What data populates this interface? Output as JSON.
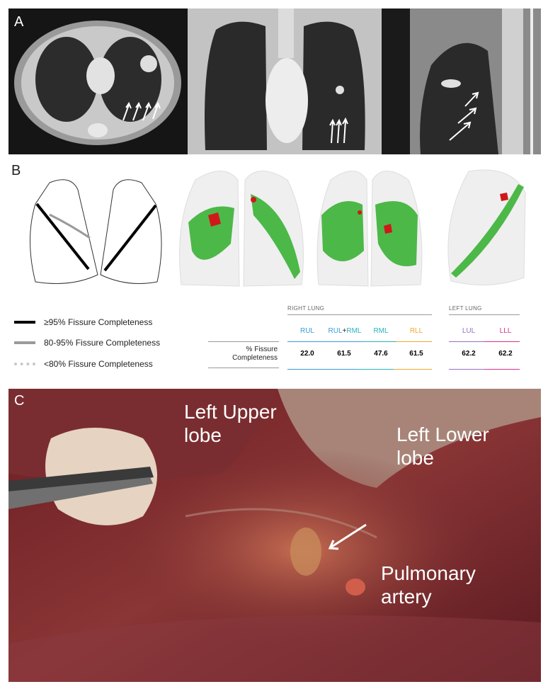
{
  "panels": {
    "a": {
      "letter": "A"
    },
    "b": {
      "letter": "B",
      "legend": [
        {
          "label": "≥95% Fissure Completeness",
          "style": "solid-black"
        },
        {
          "label": "80-95% Fissure Completeness",
          "style": "solid-grey"
        },
        {
          "label": "<80% Fissure Completeness",
          "style": "dotted-light"
        }
      ],
      "table": {
        "right_lung_label": "RIGHT LUNG",
        "left_lung_label": "LEFT LUNG",
        "row_label_line1": "% Fissure",
        "row_label_line2": "Completeness",
        "columns": [
          {
            "header": "RUL",
            "value": "22.0",
            "color": "#3a9ad9"
          },
          {
            "header_a": "RUL",
            "plus": "+",
            "header_b": "RML",
            "value": "61.5",
            "color": "#3a9ad9"
          },
          {
            "header": "RML",
            "value": "47.6",
            "color": "#2bb3b8"
          },
          {
            "header": "RLL",
            "value": "61.5",
            "color": "#f0a830"
          },
          {
            "header": "LUL",
            "value": "62.2",
            "color": "#9a6fc6"
          },
          {
            "header": "LLL",
            "value": "62.2",
            "color": "#d8308c"
          }
        ]
      }
    },
    "c": {
      "letter": "C",
      "labels": {
        "upper_1": "Left Upper",
        "upper_2": "lobe",
        "lower_1": "Left Lower",
        "lower_2": "lobe",
        "artery_1": "Pulmonary",
        "artery_2": "artery"
      }
    }
  }
}
